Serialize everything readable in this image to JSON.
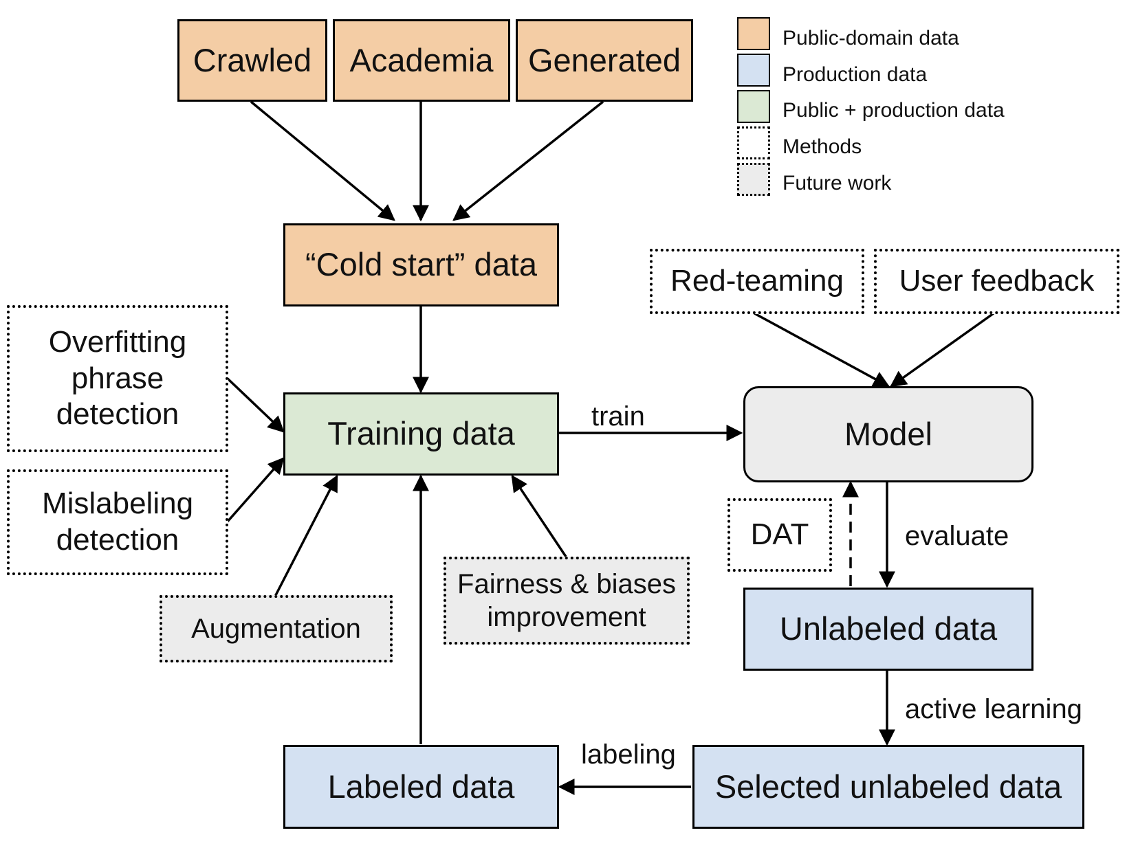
{
  "sources": {
    "crawled": "Crawled",
    "academia": "Academia",
    "generated": "Generated"
  },
  "cold_start": "“Cold start” data",
  "training_data": "Training data",
  "model": "Model",
  "unlabeled_data": "Unlabeled data",
  "selected_unlabeled_data": "Selected unlabeled data",
  "labeled_data": "Labeled data",
  "methods": {
    "overfitting": [
      "Overfitting",
      "phrase",
      "detection"
    ],
    "mislabeling": [
      "Mislabeling",
      "detection"
    ],
    "augmentation": "Augmentation",
    "fairness": [
      "Fairness & biases",
      "improvement"
    ],
    "red_teaming": "Red-teaming",
    "user_feedback": "User feedback",
    "dat": "DAT"
  },
  "edge_labels": {
    "train": "train",
    "evaluate": "evaluate",
    "active_learning": "active learning",
    "labeling": "labeling"
  },
  "legend": [
    {
      "label": "Public-domain data",
      "color": "#f4cda5",
      "style": "solid"
    },
    {
      "label": "Production data",
      "color": "#d4e1f2",
      "style": "solid"
    },
    {
      "label": "Public + production data",
      "color": "#dbe9d4",
      "style": "solid"
    },
    {
      "label": "Methods",
      "color": "#ffffff",
      "style": "dotted"
    },
    {
      "label": "Future work",
      "color": "#ececec",
      "style": "dotted"
    }
  ]
}
